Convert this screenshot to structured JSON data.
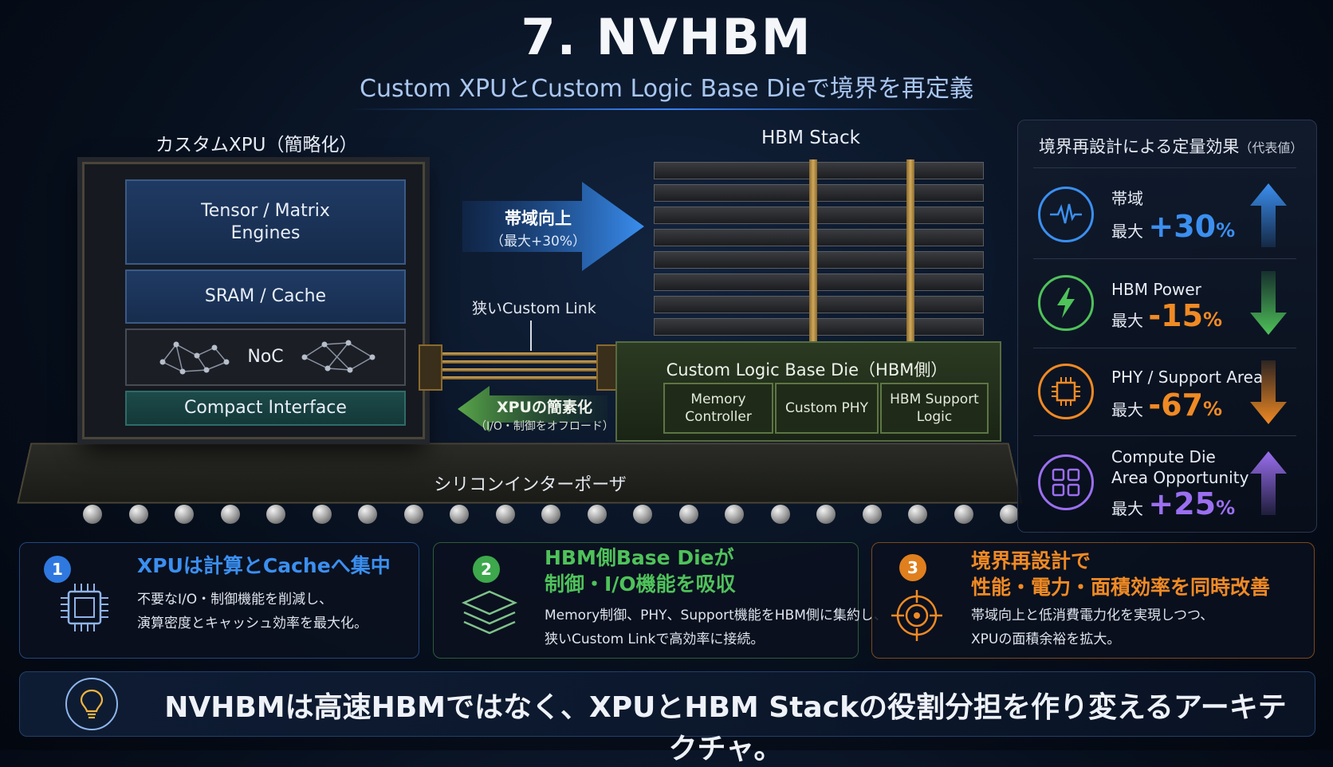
{
  "header": {
    "title": "7. NVHBM",
    "subtitle": "Custom XPUとCustom Logic Base Dieで境界を再定義"
  },
  "xpu": {
    "label": "カスタムXPU（簡略化）",
    "blocks": {
      "tensor": "Tensor / Matrix\nEngines",
      "sram": "SRAM / Cache",
      "noc": "NoC",
      "interface": "Compact Interface"
    }
  },
  "interposer": {
    "label": "シリコンインターポーザ"
  },
  "hbm": {
    "label": "HBM Stack",
    "base_die_title": "Custom Logic Base Die（HBM側）",
    "sub_blocks": [
      "Memory\nController",
      "Custom PHY",
      "HBM Support\nLogic"
    ]
  },
  "arrows": {
    "bandwidth_title": "帯域向上",
    "bandwidth_sub": "（最大+30%）",
    "link_label": "狭いCustom Link",
    "simplify_title": "XPUの簡素化",
    "simplify_sub": "（I/O・制御をオフロード）"
  },
  "panel": {
    "title": "境界再設計による定量効果",
    "title_note": "（代表値）",
    "metrics": [
      {
        "name": "帯域",
        "prefix": "最大",
        "value": "+30",
        "unit": "%",
        "color": "#3b8ff0",
        "icon": "waveform-icon",
        "direction": "up"
      },
      {
        "name": "HBM Power",
        "prefix": "最大",
        "value": "-15",
        "unit": "%",
        "color": "#4fc25a",
        "icon": "lightning-icon",
        "direction": "down"
      },
      {
        "name": "PHY / Support Area",
        "prefix": "最大",
        "value": "-67",
        "unit": "%",
        "color": "#f08a24",
        "icon": "chip-icon",
        "direction": "down"
      },
      {
        "name": "Compute Die\nArea Opportunity",
        "prefix": "最大",
        "value": "+25",
        "unit": "%",
        "color": "#9b6ff0",
        "icon": "grid-icon",
        "direction": "up"
      }
    ]
  },
  "cards": [
    {
      "num": "1",
      "title": "XPUは計算とCacheへ集中",
      "body": "不要なI/O・制御機能を削減し、\n演算密度とキャッシュ効率を最大化。",
      "color": "#3b8ff0",
      "icon": "chip-icon"
    },
    {
      "num": "2",
      "title": "HBM側Base Dieが\n制御・I/O機能を吸収",
      "body": "Memory制御、PHY、Support機能をHBM側に集約し、\n狭いCustom Linkで高効率に接続。",
      "color": "#4fc25a",
      "icon": "layers-icon"
    },
    {
      "num": "3",
      "title": "境界再設計で\n性能・電力・面積効率を同時改善",
      "body": "帯域向上と低消費電力化を実現しつつ、\nXPUの面積余裕を拡大。",
      "color": "#f08a24",
      "icon": "target-icon"
    }
  ],
  "footer": {
    "text": "NVHBMは高速HBMではなく、XPUとHBM Stackの役割分担を作り変えるアーキテクチャ。",
    "icon": "lightbulb-icon"
  }
}
